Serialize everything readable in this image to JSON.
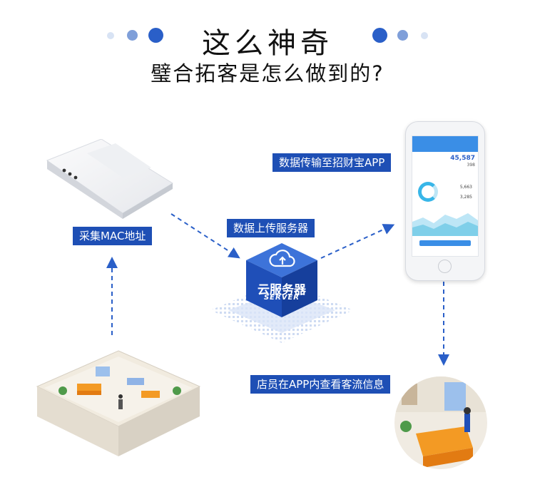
{
  "header": {
    "title": "这么神奇",
    "subtitle": "璧合拓客是怎么做到的?"
  },
  "labels": {
    "collect_mac": "采集MAC地址",
    "upload_server": "数据上传服务器",
    "transfer_app": "数据传输至招财宝APP",
    "staff_view": "店员在APP内查看客流信息"
  },
  "server": {
    "name": "云服务器",
    "name_en": "SERVER"
  },
  "phone_app": {
    "top_number": "45,587",
    "mid_number": "398",
    "stat_1": "5,663",
    "stat_2": "3,285"
  },
  "colors": {
    "label_bg": "#1e4fb5",
    "arrow": "#2a5fc8",
    "dot_dark": "#2a5fc8",
    "dot_mid": "#7f9fd9",
    "dot_light": "#d8e3f4"
  }
}
